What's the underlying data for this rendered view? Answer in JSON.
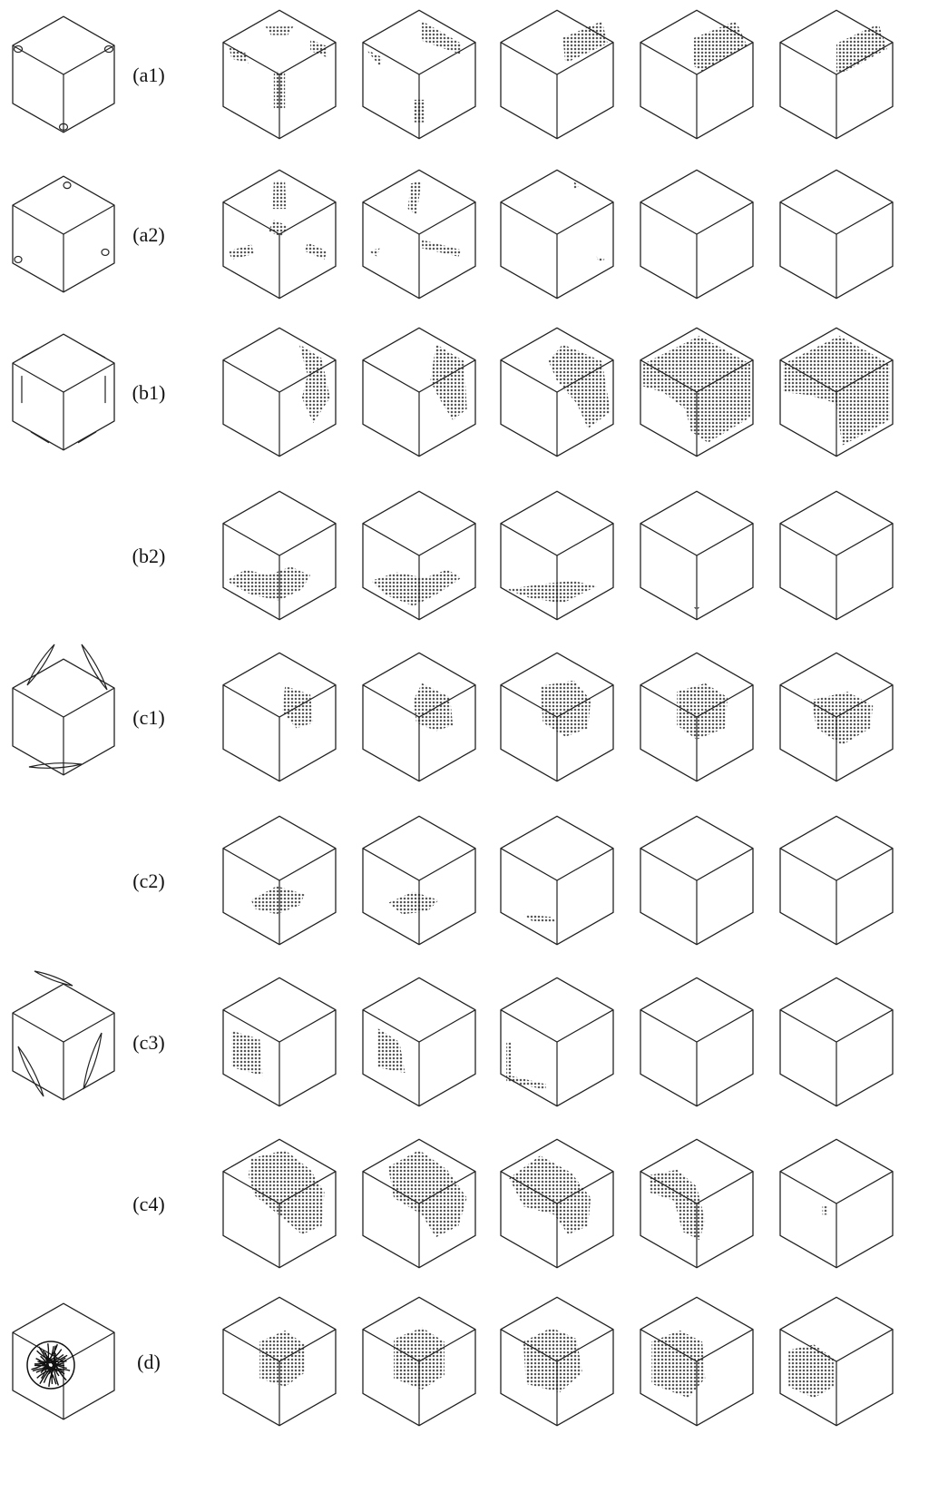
{
  "figure": {
    "rows": [
      {
        "id": "a1",
        "label": "(a1)",
        "has_defect_cube": true,
        "defect": "corner-rings-top-and-bottom"
      },
      {
        "id": "a2",
        "label": "(a2)",
        "has_defect_cube": true,
        "defect": "corner-rings-alternate"
      },
      {
        "id": "b1",
        "label": "(b1)",
        "has_defect_cube": true,
        "defect": "edge-segments"
      },
      {
        "id": "b2",
        "label": "(b2)",
        "has_defect_cube": false,
        "defect": "none"
      },
      {
        "id": "c1",
        "label": "(c1)",
        "has_defect_cube": true,
        "defect": "face-diagonal-loops"
      },
      {
        "id": "c2",
        "label": "(c2)",
        "has_defect_cube": false,
        "defect": "none"
      },
      {
        "id": "c3",
        "label": "(c3)",
        "has_defect_cube": true,
        "defect": "face-diagonal-loops-alt"
      },
      {
        "id": "c4",
        "label": "(c4)",
        "has_defect_cube": false,
        "defect": "none"
      },
      {
        "id": "d",
        "label": "(d)",
        "has_defect_cube": true,
        "defect": "central-tangle"
      }
    ],
    "frames_per_row": 5,
    "colors": {
      "line": "#222222",
      "shade": "#555555",
      "background": "#ffffff"
    }
  }
}
